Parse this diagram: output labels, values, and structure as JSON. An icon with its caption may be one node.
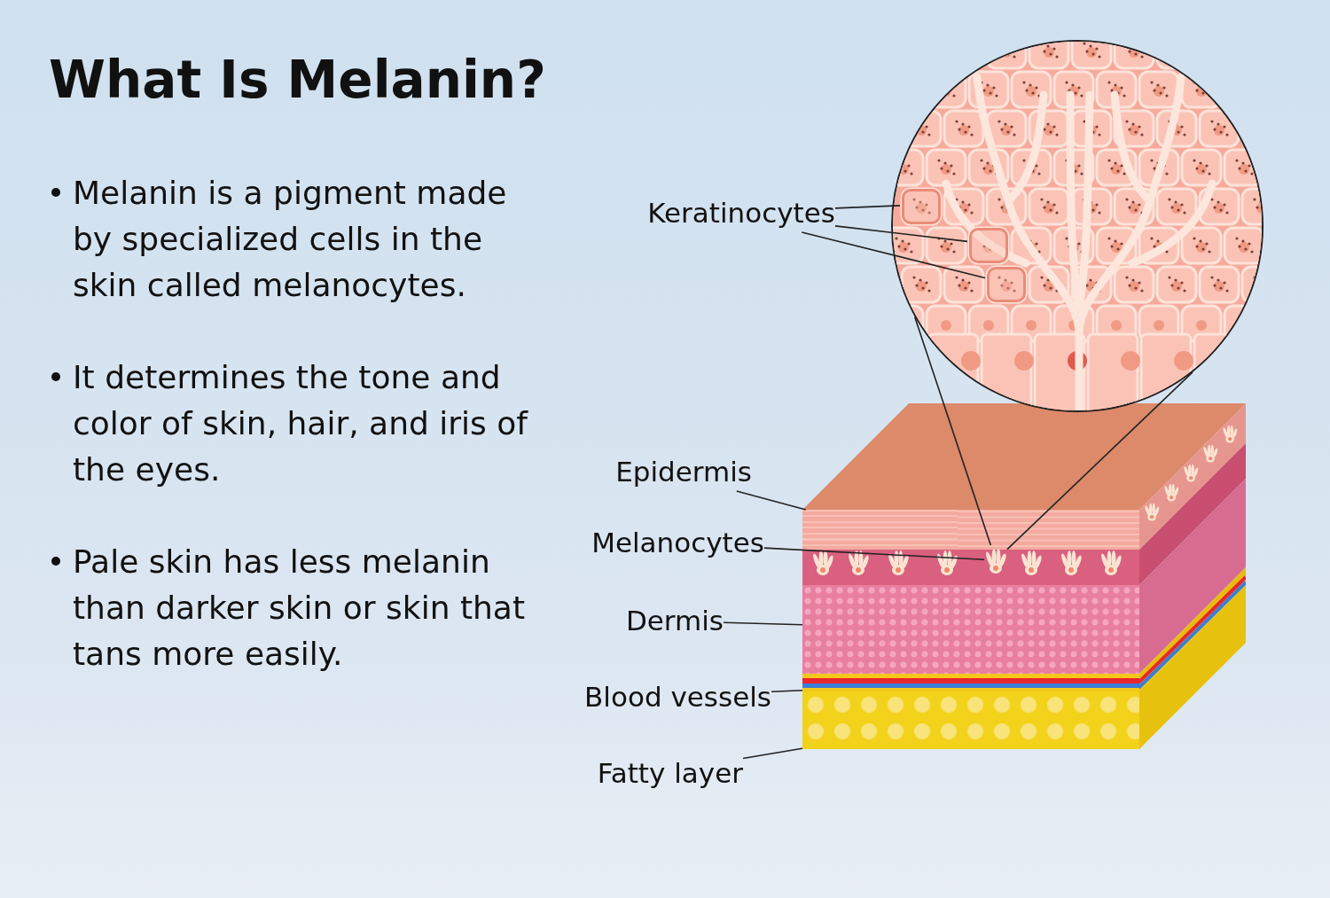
{
  "diagram": {
    "title": "What Is Melanin?",
    "nodes": [
      {
        "text": [],
        "shape": "circle"
      },
      {
        "text": [],
        "shape": "box",
        "in": 0
      },
      {
        "text": [],
        "shape": "box",
        "in": 0
      },
      {
        "text": [],
        "shape": "box",
        "in": 0
      },
      {
        "text": [
          "Keratinocytes"
        ]
      },
      {
        "text": [],
        "shape": "picture"
      },
      {
        "text": [],
        "shape": "box",
        "in": 5
      },
      {
        "text": [],
        "shape": "picture",
        "in": 5
      },
      {
        "text": [],
        "shape": "box",
        "in": 5
      },
      {
        "text": [],
        "shape": "bar",
        "in": 5
      },
      {
        "text": [],
        "shape": "box",
        "in": 5
      },
      {
        "text": [
          "Epidermis"
        ]
      },
      {
        "text": [
          "Melanocytes"
        ]
      },
      {
        "text": [
          "Dermis"
        ]
      },
      {
        "text": [
          "Blood vessels"
        ]
      },
      {
        "text": [
          "Fatty layer"
        ]
      }
    ],
    "edges": [
      {
        "from": 4,
        "to": 1,
        "arrow": "none"
      },
      {
        "from": 4,
        "to": 2,
        "arrow": "none"
      },
      {
        "from": 4,
        "to": 3,
        "arrow": "none"
      },
      {
        "from": 0,
        "to": 7,
        "arrow": "none"
      },
      {
        "from": 0,
        "to": 7,
        "arrow": "none"
      },
      {
        "from": 11,
        "to": 6,
        "arrow": "none"
      },
      {
        "from": 12,
        "to": 7,
        "arrow": "none"
      },
      {
        "from": 13,
        "to": 8,
        "arrow": "none"
      },
      {
        "from": 14,
        "to": 9,
        "arrow": "none"
      },
      {
        "from": 15,
        "to": 10,
        "arrow": "none"
      }
    ],
    "labels": [
      "Melanin is a pigment made by specialized cells in the skin called melanocytes.",
      "It determines the tone and color of skin, hair, and iris of the eyes.",
      "Pale skin has less melanin than darker skin or skin that tans more easily."
    ]
  }
}
